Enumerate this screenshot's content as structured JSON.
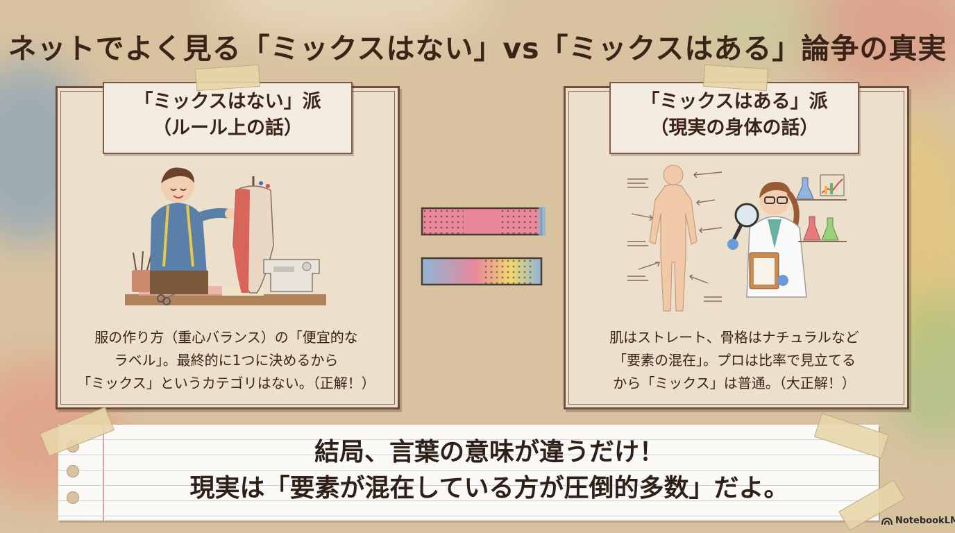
{
  "title": "ネットでよく見る「ミックスはない」vs「ミックスはある」論争の真実",
  "left_panel": {
    "label_line1": "「ミックスはない」派",
    "label_line2": "（ルール上の話）",
    "desc_line1": "服の作り方（重心バランス）の「便宜的な",
    "desc_line2": "ラベル」。最終的に1つに決めるから",
    "desc_line3": "「ミックス」というカテゴリはない。（正解！）"
  },
  "right_panel": {
    "label_line1": "「ミックスはある」派",
    "label_line2": "（現実の身体の話）",
    "desc_line1": "肌はストレート、骨格はナチュラルなど",
    "desc_line2": "「要素の混在」。プロは比率で見立てる",
    "desc_line3": "から「ミックス」は普通。（大正解！）"
  },
  "conclusion": {
    "line1": "結局、言葉の意味が違うだけ！",
    "line2": "現実は「要素が混在している方が圧倒的多数」だよ。"
  },
  "brand": "NotebookLM",
  "colors": {
    "background": "#d8c2a0",
    "ink": "#3a2418",
    "equals_bar_pink": "#e8889a",
    "equals_bar_blue": "#8fb4d8",
    "equals_bar_yellow": "#efd870"
  }
}
